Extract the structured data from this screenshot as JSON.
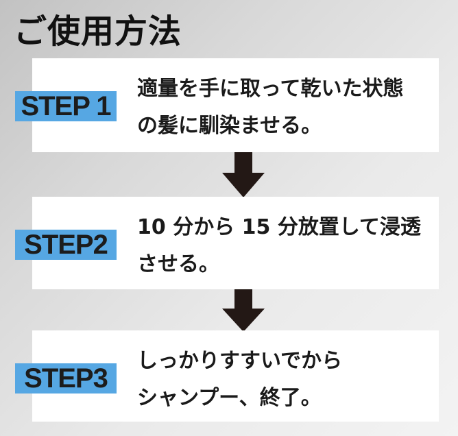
{
  "title": "ご使用方法",
  "steps": [
    {
      "label": "STEP 1",
      "lines": [
        "適量を手に取って乾いた状態",
        "の髪に馴染ませる。"
      ]
    },
    {
      "label": "STEP2",
      "lines": [
        "10 分から 15 分放置して浸透",
        "させる。"
      ]
    },
    {
      "label": "STEP3",
      "lines": [
        "しっかりすすいでから",
        "シャンプー、終了。"
      ]
    }
  ],
  "connector_icon": "down-arrow-icon",
  "colors": {
    "step_label": "#56a7e3",
    "arrow": "#231815",
    "step_box": "#ffffff"
  }
}
